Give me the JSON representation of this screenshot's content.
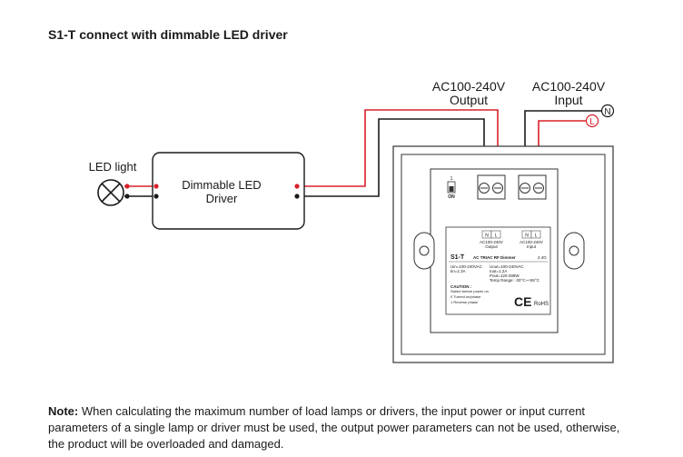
{
  "title": "S1-T connect with dimmable LED driver",
  "labels": {
    "output_line1": "AC100-240V",
    "output_line2": "Output",
    "input_line1": "AC100-240V",
    "input_line2": "Input",
    "neutral": "N",
    "live": "L",
    "led_light": "LED light",
    "driver_line1": "Dimmable LED",
    "driver_line2": "Driver"
  },
  "device": {
    "switch_top": "1",
    "switch_on": "ON",
    "term_n": "N",
    "term_l": "L",
    "out_volt": "AC100-240V",
    "out_label": "Output",
    "in_volt": "AC100-240V",
    "in_label": "Input",
    "model": "S1-T",
    "model_desc": "AC TRIAC RF Dimmer",
    "spec_left_1": "Uin=100-240VAC",
    "spec_left_2": "Iin=1.3A",
    "spec_right_1": "Uout=100-240VAC",
    "spec_right_2": "Iout=1.2A",
    "spec_right_3": "Pout=120-288W",
    "spec_right_4": "Temp Range: -30°C~+55°C",
    "rf": "2.4G",
    "caution": "CAUTION :",
    "caution_text": "Switch before power on",
    "opt1": "0 Turned on/phase",
    "opt2": "1 Reverse phase",
    "ce": "CE",
    "rohs": "RoHS"
  },
  "note": {
    "label": "Note:",
    "text": " When calculating the maximum number of load lamps or drivers, the input power or input current parameters of a single lamp or driver must be used, the output power parameters can not be used, otherwise, the product will be overloaded and damaged."
  },
  "colors": {
    "live_wire": "#d8202a",
    "neutral_wire": "#1a1a1a",
    "outline": "#333333"
  }
}
